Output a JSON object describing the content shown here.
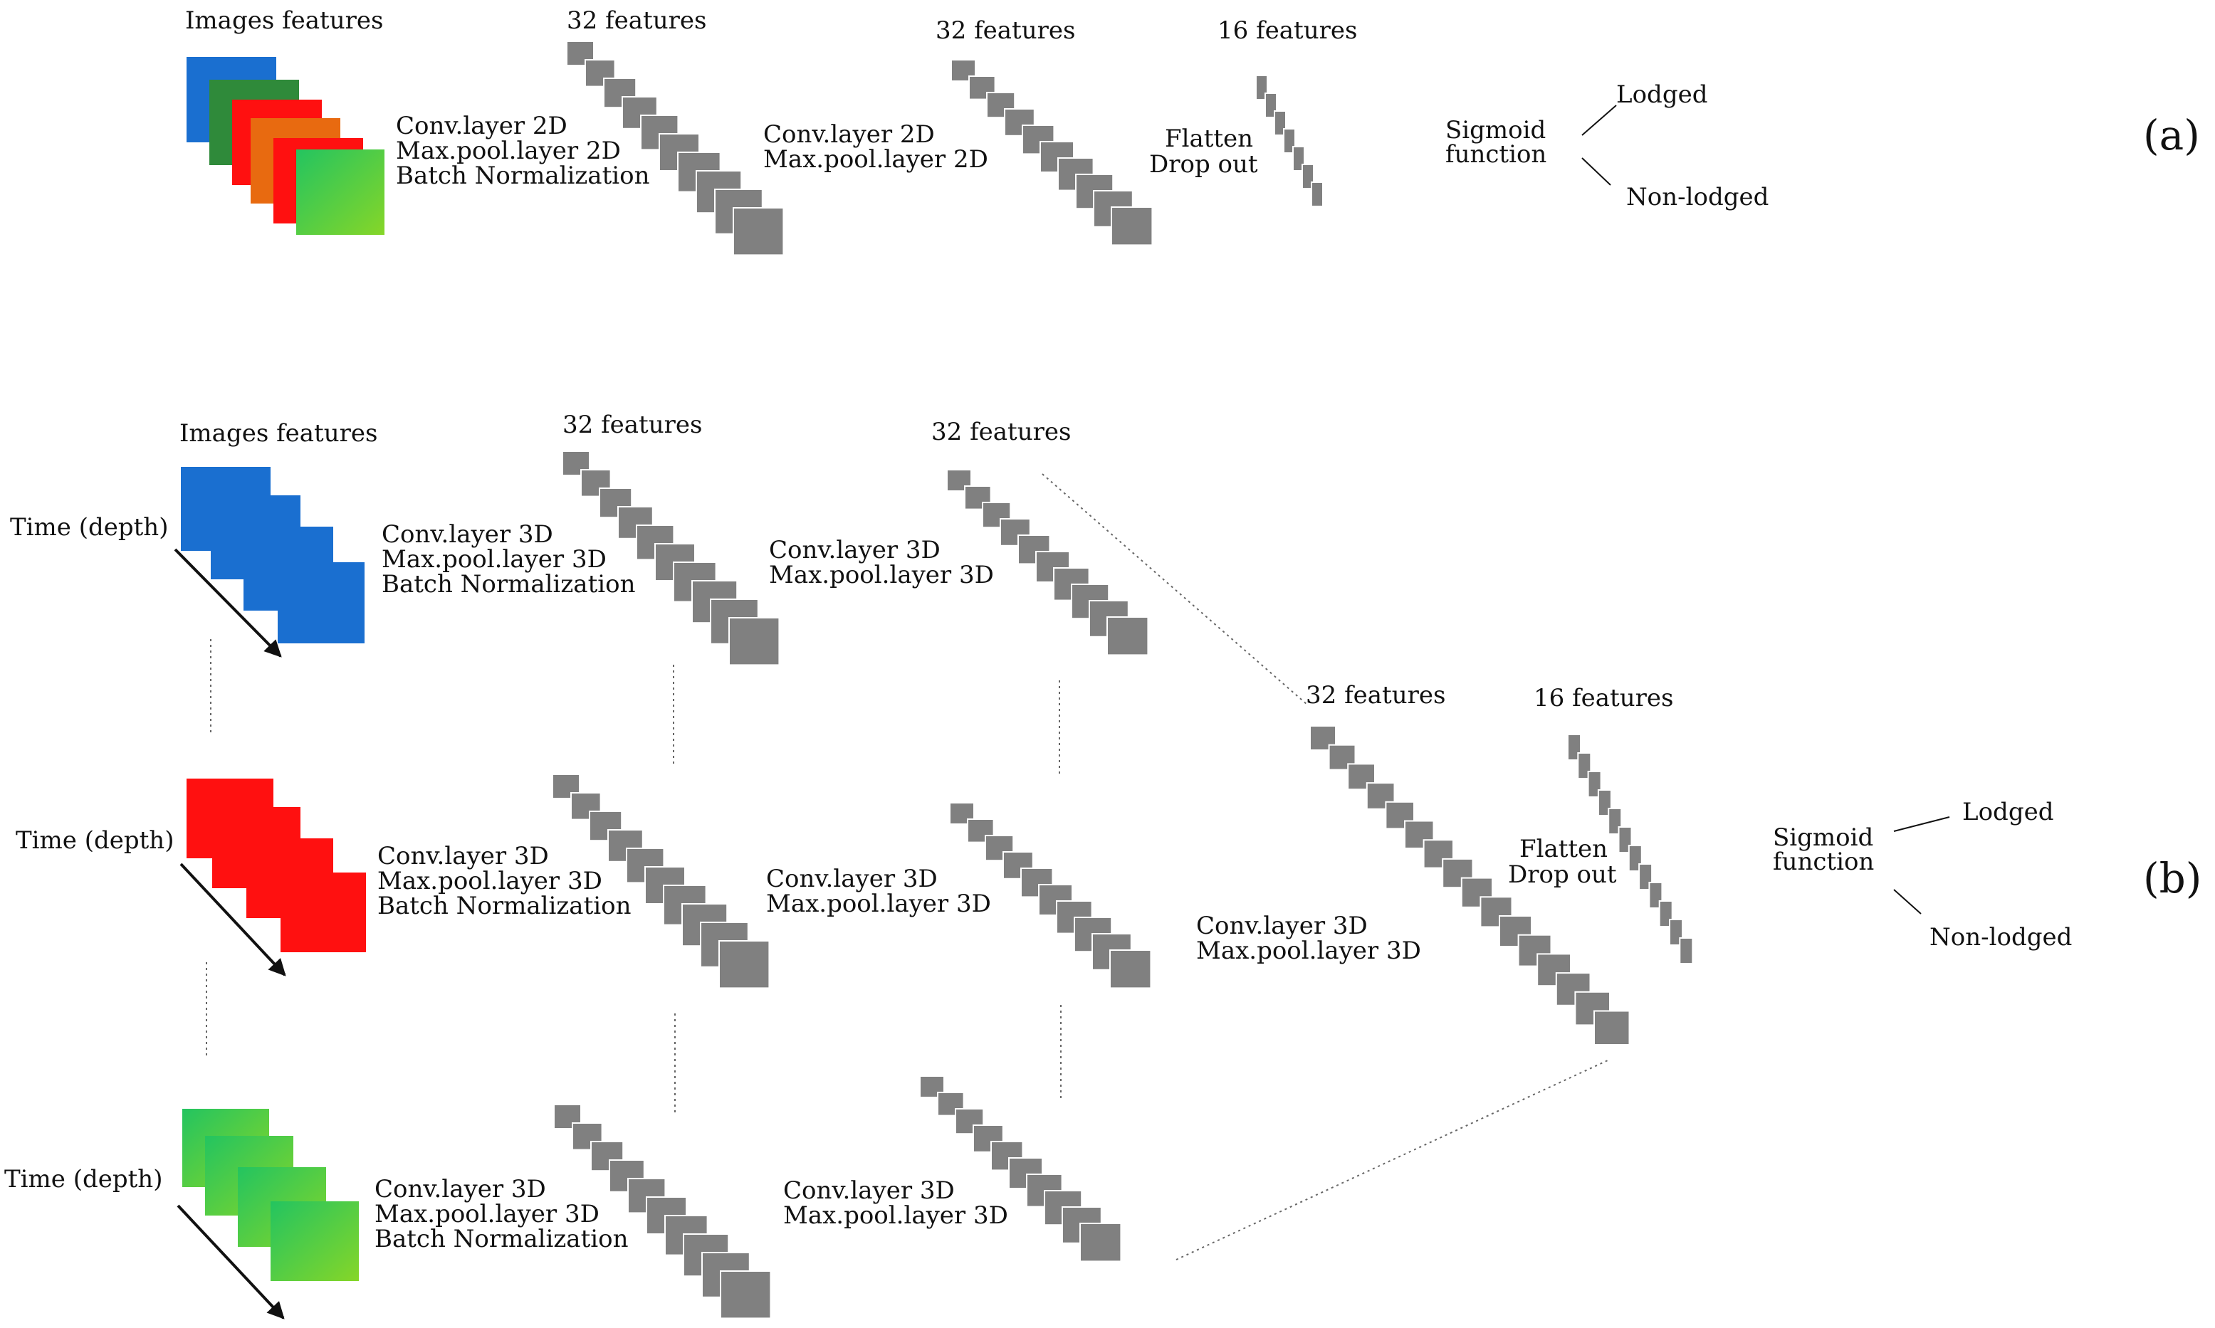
{
  "colors": {
    "blue": "#1a6fd0",
    "dark_green": "#2f8a3a",
    "red": "#ff1010",
    "orange": "#e86a10",
    "green_light": "#23c460",
    "green_yellow": "#86d628",
    "feature_gray": "#808080",
    "line": "#111111"
  },
  "panel_a": {
    "label": "(a)",
    "input_title": "Images features",
    "stage1_title": "32 features",
    "stage1_ops": [
      "Conv.layer 2D",
      "Max.pool.layer 2D",
      "Batch Normalization"
    ],
    "stage2_title": "32 features",
    "stage2_ops": [
      "Conv.layer 2D",
      "Max.pool.layer 2D"
    ],
    "stage3_title": "16 features",
    "stage3_ops": [
      "Flatten",
      "Drop out"
    ],
    "classifier": [
      "Sigmoid",
      "function"
    ],
    "outputs": [
      "Lodged",
      "Non-lodged"
    ]
  },
  "panel_b": {
    "label": "(b)",
    "input_title": "Images features",
    "stage1_title": "32 features",
    "stage2_title": "32 features",
    "rows": [
      {
        "time_label": "Time (depth)",
        "input_icon": "blue-image-stack",
        "ops1": [
          "Conv.layer 3D",
          "Max.pool.layer 3D",
          "Batch Normalization"
        ],
        "ops2": [
          "Conv.layer 3D",
          "Max.pool.layer 3D"
        ]
      },
      {
        "time_label": "Time (depth)",
        "input_icon": "red-image-stack",
        "ops1": [
          "Conv.layer 3D",
          "Max.pool.layer 3D",
          "Batch Normalization"
        ],
        "ops2": [
          "Conv.layer 3D",
          "Max.pool.layer 3D"
        ]
      },
      {
        "time_label": "Time (depth)",
        "input_icon": "green-image-stack",
        "ops1": [
          "Conv.layer 3D",
          "Max.pool.layer 3D",
          "Batch Normalization"
        ],
        "ops2": [
          "Conv.layer 3D",
          "Max.pool.layer 3D"
        ]
      }
    ],
    "merge_ops": [
      "Conv.layer 3D",
      "Max.pool.layer 3D"
    ],
    "stage3_title": "32 features",
    "stage4_title": "16 features",
    "stage4_ops": [
      "Flatten",
      "Drop out"
    ],
    "classifier": [
      "Sigmoid",
      "function"
    ],
    "outputs": [
      "Lodged",
      "Non-lodged"
    ]
  }
}
